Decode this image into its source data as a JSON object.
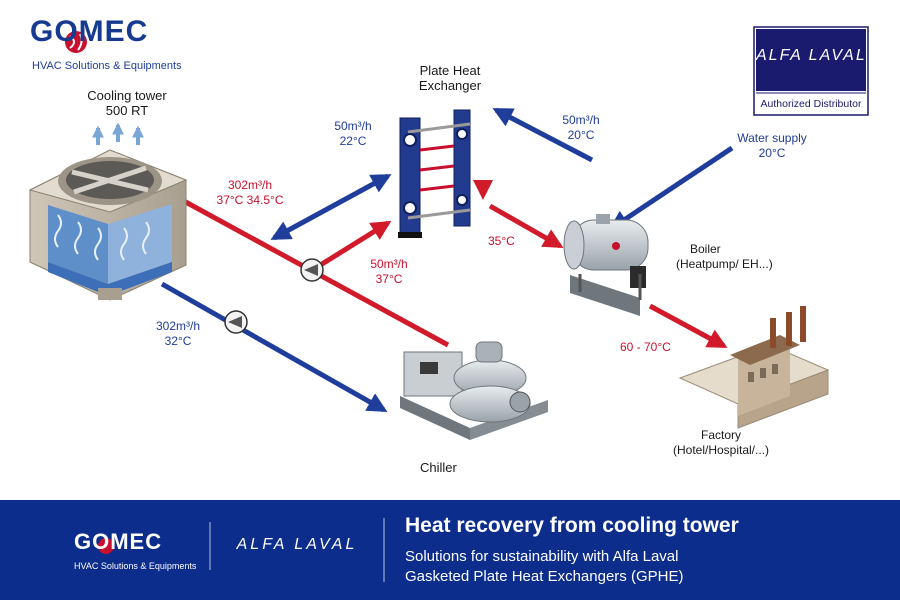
{
  "brand": {
    "gomec_name": "GOMEC",
    "gomec_tagline": "HVAC Solutions & Equipments",
    "alfa_name": "ALFA LAVAL",
    "alfa_badge": "Authorized Distributor"
  },
  "colors": {
    "hot": "#d11a2a",
    "cold": "#1f3d9a",
    "brand": "#163a8f",
    "footer": "#0c2d8c"
  },
  "diagram": {
    "phe_title_1": "Plate Heat",
    "phe_title_2": "Exchanger",
    "cooling_tower_1": "Cooling tower",
    "cooling_tower_2": "500 RT",
    "flow_hot_main_1": "302m³/h",
    "flow_hot_main_2": "37°C 34.5°C",
    "flow_return_1": "50m³/h",
    "flow_return_2": "22°C",
    "flow_phe_in_1": "50m³/h",
    "flow_phe_in_2": "37°C",
    "flow_cold_main_1": "302m³/h",
    "flow_cold_main_2": "32°C",
    "flow_water_1": "50m³/h",
    "flow_water_2": "20°C",
    "water_supply_1": "Water supply",
    "water_supply_2": "20°C",
    "temp_35": "35°C",
    "boiler_1": "Boiler",
    "boiler_2": "(Heatpump/ EH...)",
    "temp_60_70": "60 - 70°C",
    "chiller": "Chiller",
    "factory_1": "Factory",
    "factory_2": "(Hotel/Hospital/...)"
  },
  "footer": {
    "title": "Heat recovery from cooling tower",
    "subtitle_1": "Solutions for sustainability with Alfa Laval",
    "subtitle_2": "Gasketed Plate Heat Exchangers (GPHE)"
  }
}
